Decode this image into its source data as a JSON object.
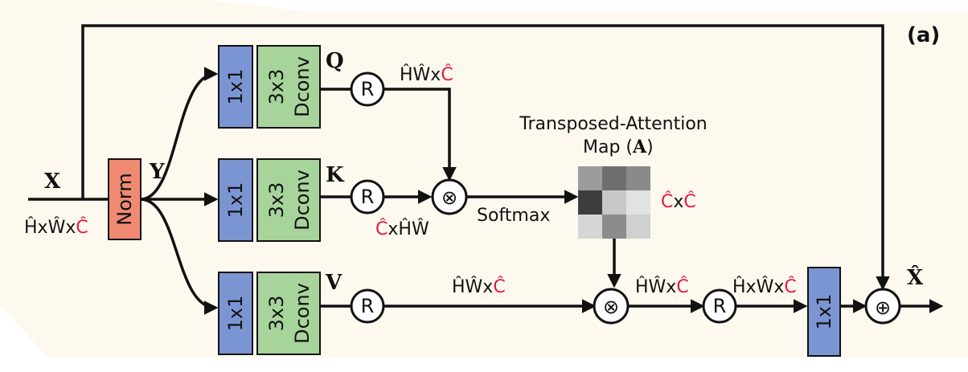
{
  "panel_label": "(a)",
  "inputs": {
    "x_label": "X",
    "y_label": "Y",
    "input_shape": [
      "ĤxŴx",
      "Ĉ"
    ],
    "output_label": "X̂"
  },
  "blocks": {
    "norm": "Norm",
    "conv1x1": "1x1",
    "dconv_top": "3x3",
    "dconv_bottom": "Dconv",
    "reshape": "R",
    "multiply": "⊗",
    "add": "⊕"
  },
  "branches": {
    "q": "Q",
    "k": "K",
    "v": "V"
  },
  "shapes": {
    "q_shape": [
      "ĤŴx",
      "Ĉ"
    ],
    "k_shape": [
      "Ĉ",
      "xĤŴ"
    ],
    "v_shape": [
      "ĤŴx",
      "Ĉ"
    ],
    "attn_out_shape": [
      "ĤŴx",
      "Ĉ"
    ],
    "reshaped_shape": [
      "ĤxŴx",
      "Ĉ"
    ],
    "attn_shape": [
      "Ĉ",
      "x",
      "Ĉ"
    ]
  },
  "attention": {
    "title_line1": "Transposed-Attention",
    "title_line2": "Map (",
    "title_symbol": "A",
    "title_close": ")",
    "softmax": "Softmax"
  },
  "colors": {
    "blue": "#7b95d3",
    "green": "#a7d49b",
    "salmon": "#f08a72",
    "red_text": "#e8173f",
    "frame": "#e3a25d"
  }
}
